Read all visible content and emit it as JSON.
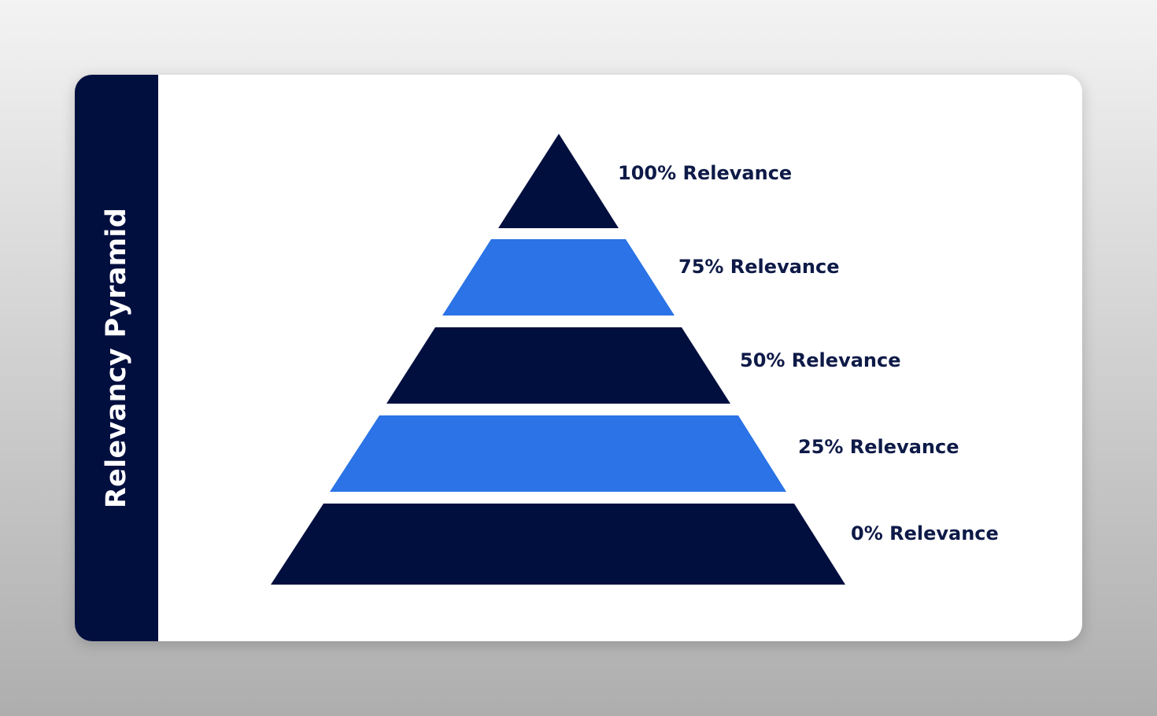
{
  "title": "Relevancy Pyramid",
  "colors": {
    "navy": "#010f3f",
    "blue": "#2b73e6",
    "label": "#0e1a47"
  },
  "tiers": [
    {
      "label": "100% Relevance",
      "color": "navy"
    },
    {
      "label": "75% Relevance",
      "color": "blue"
    },
    {
      "label": "50% Relevance",
      "color": "navy"
    },
    {
      "label": "25% Relevance",
      "color": "blue"
    },
    {
      "label": "0% Relevance",
      "color": "navy"
    }
  ]
}
